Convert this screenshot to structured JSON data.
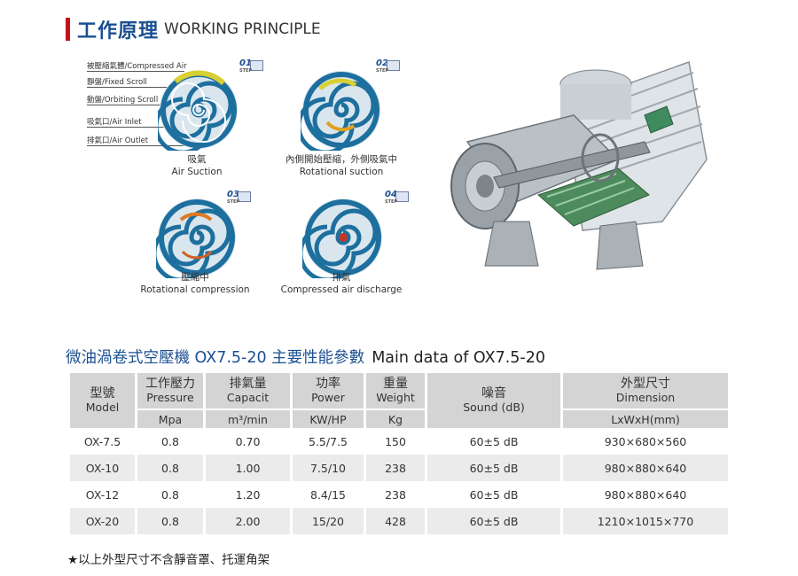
{
  "header": {
    "title_zh": "工作原理",
    "title_en": "WORKING PRINCIPLE"
  },
  "labels": {
    "compressed_air": "被壓縮氣體/Compressed Air",
    "fixed_scroll": "靜盤/Fixed Scroll",
    "orbiting_scroll": "動盤/Orbiting Scroll",
    "air_inlet": "吸氣口/Air Inlet",
    "air_outlet": "排氣口/Air Outlet"
  },
  "steps": [
    {
      "badge": "01",
      "zh": "吸氣",
      "en": "Air Suction"
    },
    {
      "badge": "02",
      "zh": "內側開始壓縮，外側吸氣中",
      "en": "Rotational suction"
    },
    {
      "badge": "03",
      "zh": "壓縮中",
      "en": "Rotational compression"
    },
    {
      "badge": "04",
      "zh": "排氣",
      "en": "Compressed air discharge"
    }
  ],
  "step_word": "STEP",
  "colors": {
    "accent_red": "#c8101c",
    "title_blue": "#1b4f91",
    "scroll_blue": "#1d6f9e",
    "header_grey": "#d4d4d4",
    "row_alt": "#ebebeb"
  },
  "section": {
    "title_zh": "微油渦卷式空壓機 OX7.5-20 主要性能參數",
    "title_en": "Main data of OX7.5-20"
  },
  "table": {
    "headers": [
      {
        "zh": "型號",
        "en": "Model"
      },
      {
        "zh": "工作壓力",
        "en": "Pressure"
      },
      {
        "zh": "排氣量",
        "en": "Capacit"
      },
      {
        "zh": "功率",
        "en": "Power"
      },
      {
        "zh": "重量",
        "en": "Weight"
      },
      {
        "zh": "噪音",
        "en": "Sound (dB)"
      },
      {
        "zh": "外型尺寸",
        "en": "Dimension"
      }
    ],
    "units": [
      "Mpa",
      "m³/min",
      "KW/HP",
      "Kg",
      "LxWxH(mm)"
    ],
    "rows": [
      [
        "OX-7.5",
        "0.8",
        "0.70",
        "5.5/7.5",
        "150",
        "60±5 dB",
        "930×680×560"
      ],
      [
        "OX-10",
        "0.8",
        "1.00",
        "7.5/10",
        "238",
        "60±5 dB",
        "980×880×640"
      ],
      [
        "OX-12",
        "0.8",
        "1.20",
        "8.4/15",
        "238",
        "60±5 dB",
        "980×880×640"
      ],
      [
        "OX-20",
        "0.8",
        "2.00",
        "15/20",
        "428",
        "60±5 dB",
        "1210×1015×770"
      ]
    ]
  },
  "note": "★以上外型尺寸不含靜音罩、托運角架"
}
